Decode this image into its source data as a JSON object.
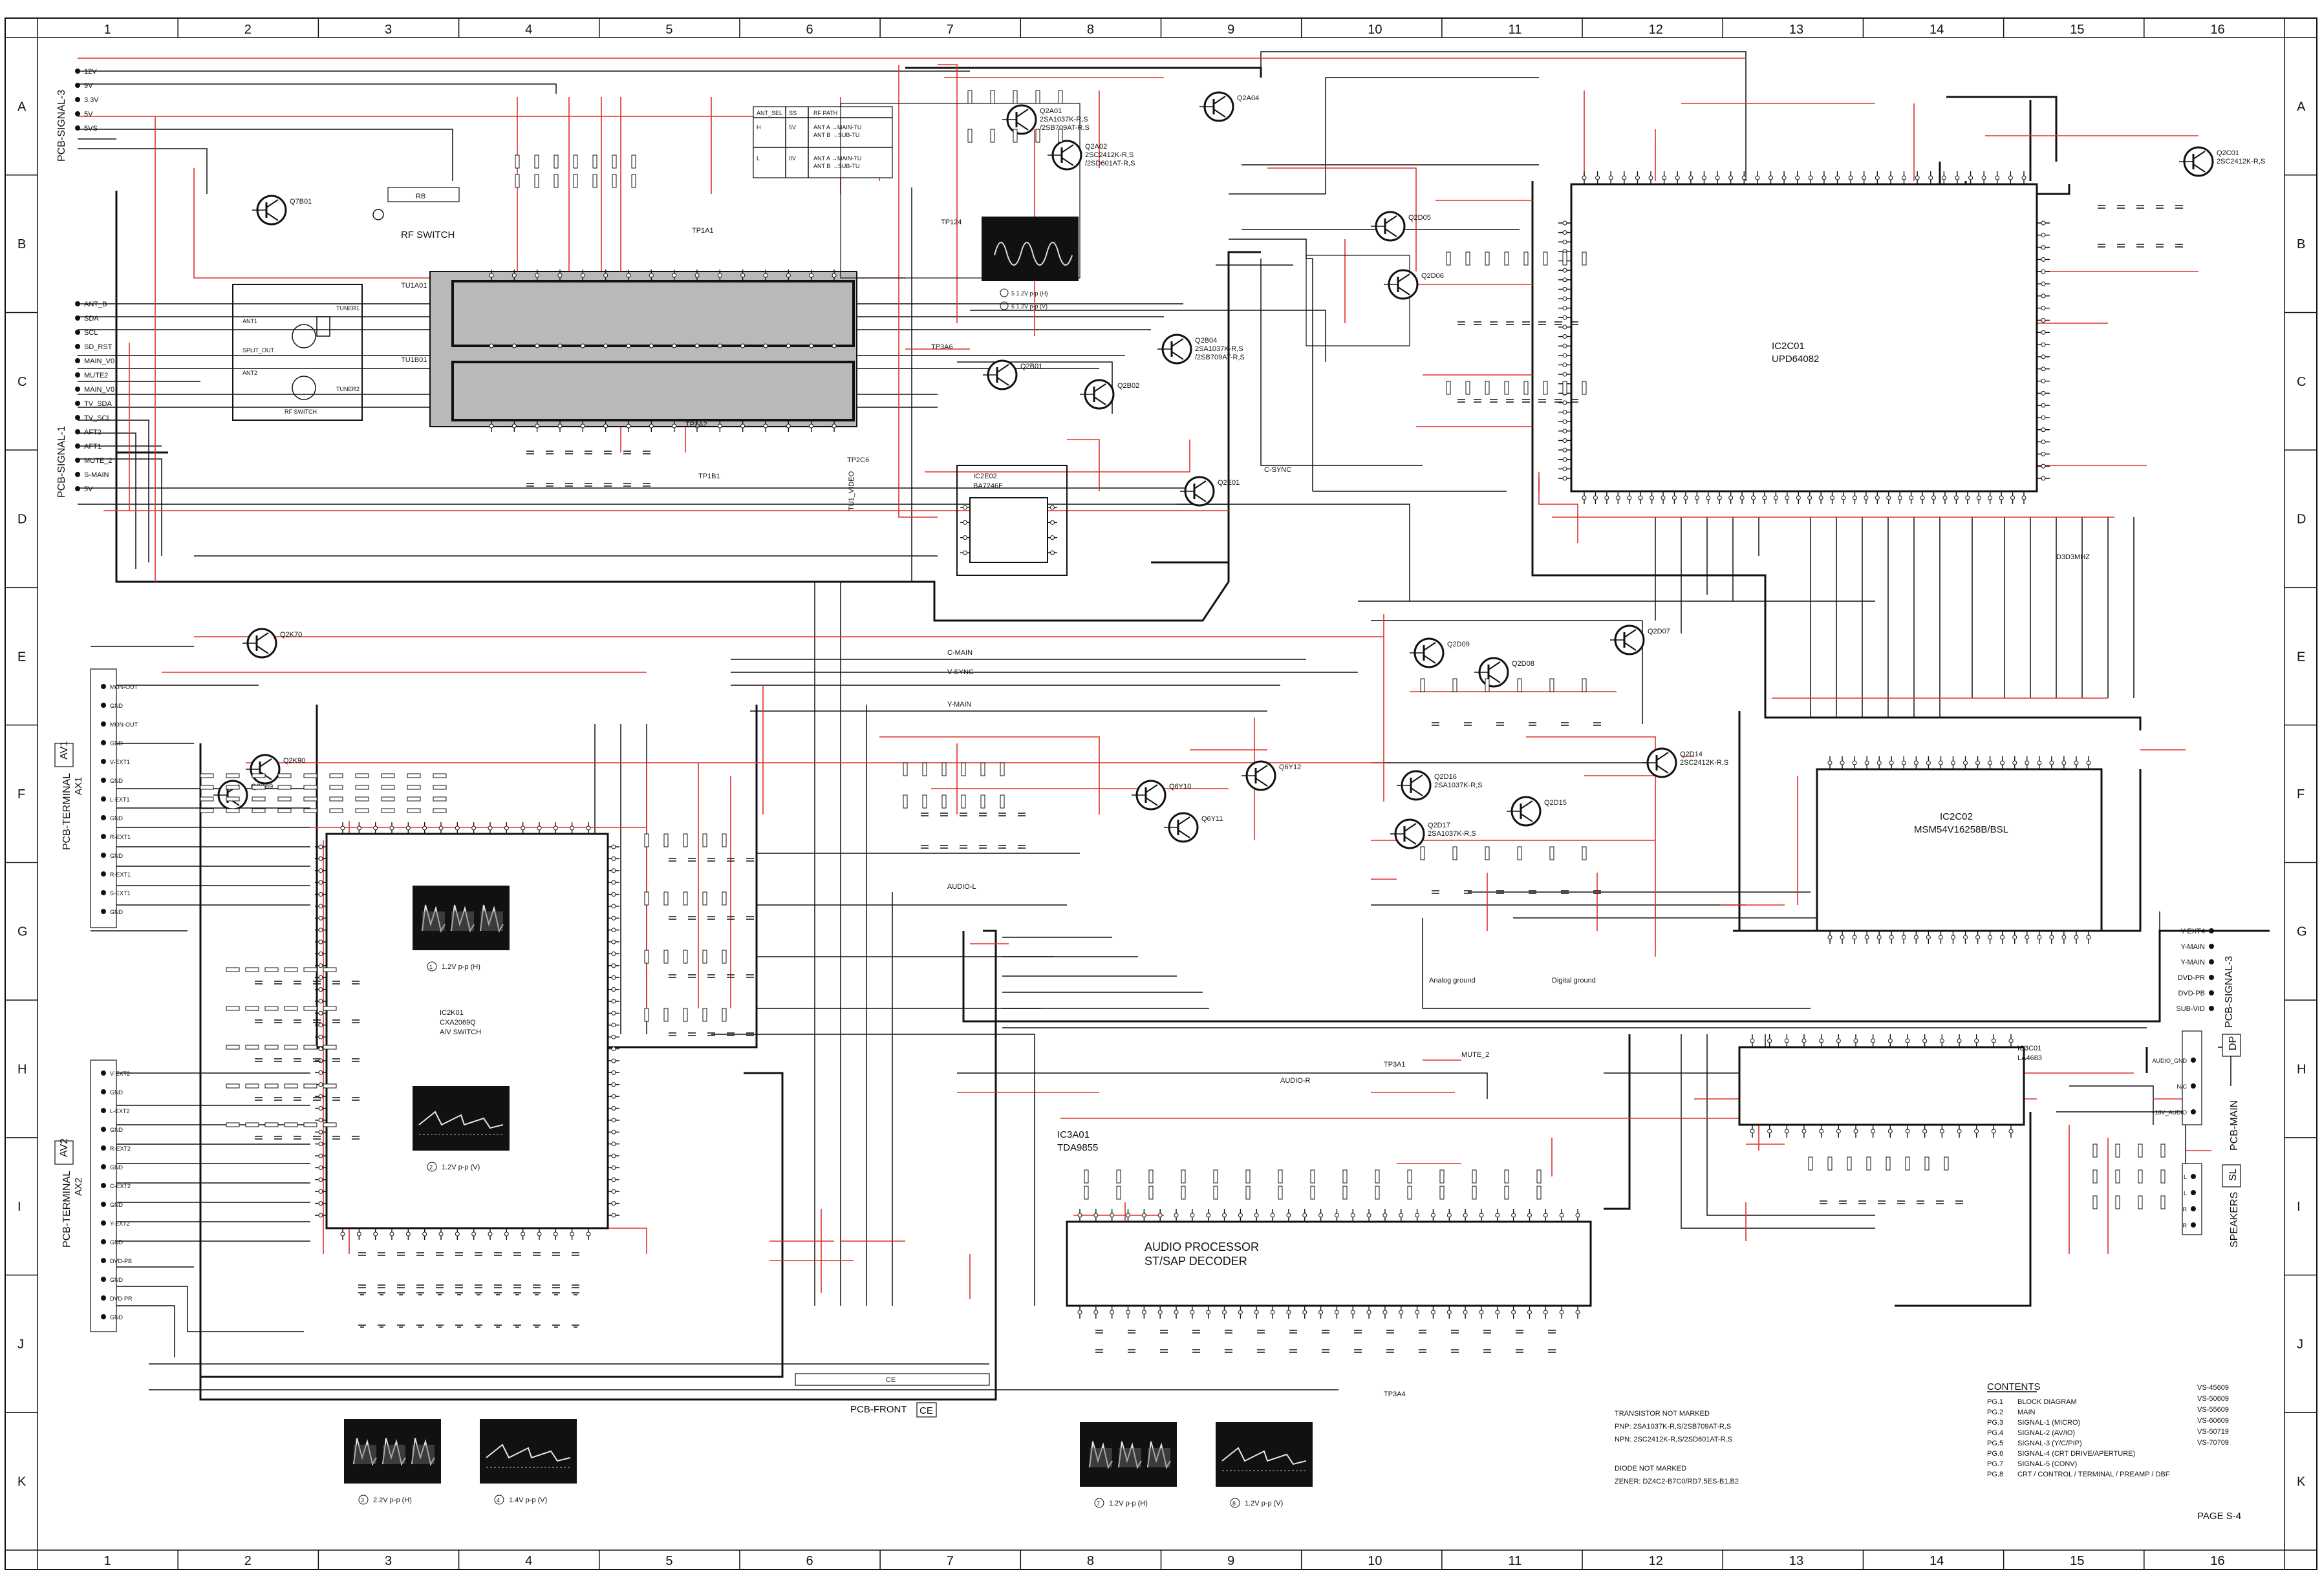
{
  "grid": {
    "columns": [
      "1",
      "2",
      "3",
      "4",
      "5",
      "6",
      "7",
      "8",
      "9",
      "10",
      "11",
      "12",
      "13",
      "14",
      "15",
      "16"
    ],
    "rows": [
      "A",
      "B",
      "C",
      "D",
      "E",
      "F",
      "G",
      "H",
      "I",
      "J",
      "K"
    ]
  },
  "connectors": {
    "pcb_signal_3_left": {
      "label": "PCB-SIGNAL-3",
      "pins": [
        "12V",
        "9V",
        "3.3V",
        "5V",
        "5VS"
      ]
    },
    "pcb_signal_1": {
      "label": "PCB-SIGNAL-1",
      "pins": [
        "ANT_B",
        "SDA",
        "SCL",
        "SD_RST",
        "MAIN_V0",
        "MUTE2",
        "MAIN_V0",
        "TV_SDA",
        "TV_SCL",
        "AFT2",
        "AFT1",
        "MUTE_2",
        "S-MAIN",
        "5V"
      ]
    },
    "pcb_terminal_av1": {
      "label": "PCB-TERMINAL",
      "tag": "AV1",
      "sub": "AX1",
      "pins": [
        "MON-OUT",
        "GND",
        "MON-OUT",
        "GND",
        "V-EXT1",
        "GND",
        "L-EXT1",
        "GND",
        "R-EXT1",
        "GND",
        "R-EXT1",
        "S-EXT1",
        "GND"
      ]
    },
    "pcb_terminal_av2": {
      "label": "PCB-TERMINAL",
      "tag": "AV2",
      "sub": "AX2",
      "pins": [
        "V-EXT2",
        "GND",
        "L-EXT2",
        "GND",
        "R-EXT2",
        "GND",
        "C-EXT2",
        "GND",
        "Y-EXT2",
        "GND",
        "DVD-PB",
        "GND",
        "DVD-PR",
        "GND"
      ]
    },
    "pcb_signal_3_right": {
      "label": "PCB-SIGNAL-3",
      "pins": [
        "Y-EXT4",
        "Y-MAIN",
        "Y-MAIN",
        "DVD-PR",
        "DVD-PB",
        "SUB-VID"
      ]
    },
    "pcb_main": {
      "label": "PCB-MAIN",
      "tag": "DP",
      "pins": [
        "AUDIO_GND",
        "N/C",
        "+18V_AUDIO"
      ]
    },
    "speakers": {
      "label": "SPEAKERS",
      "tag": "SL",
      "pins": [
        "L",
        "L",
        "R",
        "R"
      ]
    },
    "pcb_front": {
      "label": "PCB-FRONT",
      "tag": "CE"
    }
  },
  "ics": {
    "ic2c01": {
      "ref": "IC2C01",
      "part": "UPD64082"
    },
    "ic2c02": {
      "ref": "IC2C02",
      "part": "MSM54V16258B/BSL"
    },
    "ic2k01": {
      "ref": "IC2K01",
      "part": "CXA2069Q",
      "function": "A/V SWITCH"
    },
    "ic3a01": {
      "ref": "IC3A01",
      "part": "TDA9855",
      "function": "AUDIO PROCESSOR\nST/SAP DECODER"
    },
    "ic3c01": {
      "ref": "IC3C01",
      "part": "LA4683"
    },
    "ic2e02": {
      "ref": "IC2E02",
      "part": "BA7246F"
    },
    "tuners": [
      "TU1A01",
      "TU1B01"
    ],
    "rf_switch": {
      "ref": "RF SWITCH",
      "tag": "RB"
    }
  },
  "transistors": [
    {
      "ref": "Q7B01"
    },
    {
      "ref": "Q2A01",
      "part": "2SA1037K-R,S\n/2SB709AT-R,S"
    },
    {
      "ref": "Q2A02",
      "part": "2SC2412K-R,S\n/2SD601AT-R,S"
    },
    {
      "ref": "Q2A04"
    },
    {
      "ref": "Q2B04",
      "part": "2SA1037K-R,S\n/2SB709AT-R,S"
    },
    {
      "ref": "Q2B01"
    },
    {
      "ref": "Q2B02"
    },
    {
      "ref": "Q2E01"
    },
    {
      "ref": "Q2D05"
    },
    {
      "ref": "Q2D06"
    },
    {
      "ref": "Q2C01",
      "part": "2SC2412K-R,S"
    },
    {
      "ref": "Q2K70"
    },
    {
      "ref": "Q2K90"
    },
    {
      "ref": "Q2K89"
    },
    {
      "ref": "Q6Y10"
    },
    {
      "ref": "Q6Y11"
    },
    {
      "ref": "Q6Y12"
    },
    {
      "ref": "Q2D09"
    },
    {
      "ref": "Q2D08"
    },
    {
      "ref": "Q2D07"
    },
    {
      "ref": "Q2D16",
      "part": "2SA1037K-R,S"
    },
    {
      "ref": "Q2D15"
    },
    {
      "ref": "Q2D14",
      "part": "2SC2412K-R,S"
    },
    {
      "ref": "Q2D17",
      "part": "2SA1037K-R,S"
    }
  ],
  "scopes": [
    {
      "id": "1",
      "label": "1.2V p-p (H)"
    },
    {
      "id": "2",
      "label": "1.2V p-p (V)"
    },
    {
      "id": "3",
      "label": "2.2V p-p (H)"
    },
    {
      "id": "4",
      "label": "1.4V p-p (V)"
    },
    {
      "id": "5",
      "label": "1.2V p-p (H)"
    },
    {
      "id": "6",
      "label": "1.2V p-p (V)"
    },
    {
      "id": "7",
      "label": "1.2V p-p (H)"
    },
    {
      "id": "8",
      "label": "1.2V p-p (V)"
    }
  ],
  "signals": {
    "c_sync": "C-SYNC",
    "y_main": "Y-MAIN",
    "c_main": "C-MAIN",
    "v_sync": "V-SYNC",
    "audio_l": "AUDIO-L",
    "audio_r": "AUDIO-R",
    "mute_2": "MUTE_2",
    "tu_video": "TU1_VIDEO",
    "analog_ground": "Analog ground",
    "digital_ground": "Digital ground",
    "d3d": "D3D3MHZ",
    "tp": [
      "TP1A1",
      "TP1B1",
      "TP2C6",
      "TP3A1",
      "TP3A4",
      "TP3A6",
      "TP124",
      "TP1A2"
    ]
  },
  "tables": {
    "ant_sel": {
      "headers": [
        "ANT_SEL",
        "SS",
        "RF PATH"
      ],
      "rows": [
        [
          "H",
          "5V",
          "ANT A →MAIN-TU\nANT B →SUB-TU"
        ],
        [
          "L",
          "0V",
          "ANT A →MAIN-TU\nANT B →SUB-TU"
        ]
      ]
    }
  },
  "notes": {
    "transistor_title": "TRANSISTOR NOT MARKED",
    "pnp": "PNP: 2SA1037K-R,S/2SB709AT-R,S",
    "npn": "NPN: 2SC2412K-R,S/2SD601AT-R,S",
    "diode_title": "DIODE NOT MARKED",
    "zener": "ZENER: DZ4C2-B7C0/RD7.5ES-B1,B2"
  },
  "contents": {
    "title": "CONTENTS",
    "items": [
      [
        "PG.1",
        "BLOCK DIAGRAM"
      ],
      [
        "PG.2",
        "MAIN"
      ],
      [
        "PG.3",
        "SIGNAL-1 (MICRO)"
      ],
      [
        "PG.4",
        "SIGNAL-2 (AV/IO)"
      ],
      [
        "PG.5",
        "SIGNAL-3 (Y/C/PIP)"
      ],
      [
        "PG.6",
        "SIGNAL-4 (CRT DRIVE/APERTURE)"
      ],
      [
        "PG.7",
        "SIGNAL-5 (CONV)"
      ],
      [
        "PG.8",
        "CRT / CONTROL / TERMINAL / PREAMP / DBF"
      ]
    ],
    "models": [
      "VS-45609",
      "VS-50609",
      "VS-55609",
      "VS-60609",
      "VS-50719",
      "VS-70709"
    ],
    "page": "PAGE S-4"
  },
  "colors": {
    "wire": "#111111",
    "highlight": "#e0302a",
    "tuner_fill": "#b9b9b9"
  }
}
